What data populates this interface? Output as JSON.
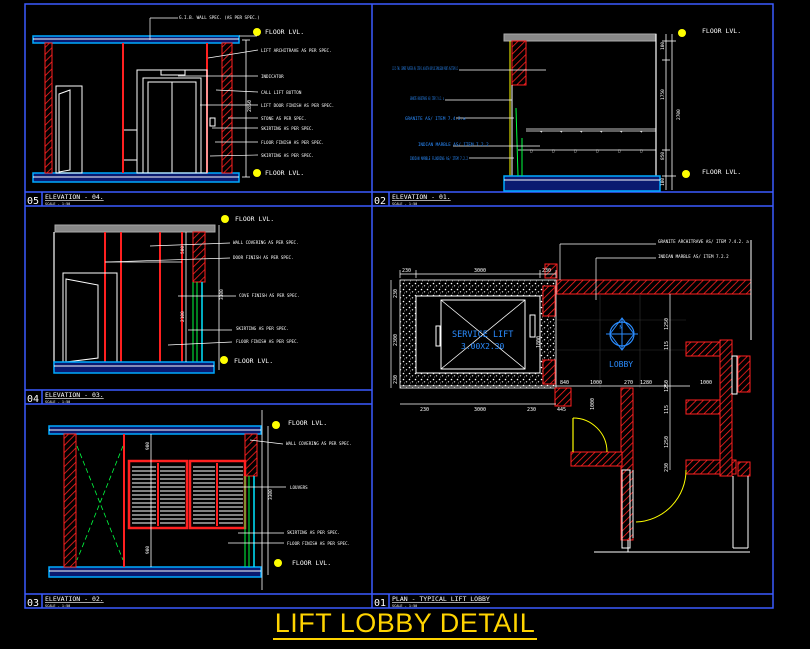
{
  "title": "LIFT LOBBY DETAIL",
  "colors": {
    "frame": "#3b5bff",
    "slab": "#00aaff",
    "hatch": "#ff2020",
    "annotation": "#ffffff",
    "level_marker": "#ffff00",
    "green": "#00ff40",
    "cyan": "#00e5ff",
    "title": "#ffd400"
  },
  "icons": [
    "level-bubble-icon",
    "north-compass-icon",
    "door-swing-icon"
  ],
  "panels": {
    "p05": {
      "number": "05",
      "title": "ELEVATION - 04.",
      "scale": "SCALE - 1:50"
    },
    "p02": {
      "number": "02",
      "title": "ELEVATION - 01.",
      "scale": "SCALE - 1:50"
    },
    "p04": {
      "number": "04",
      "title": "ELEVATION - 03.",
      "scale": "SCALE - 1:50"
    },
    "p03": {
      "number": "03",
      "title": "ELEVATION - 02.",
      "scale": "SCALE - 1:50"
    },
    "p01": {
      "number": "01",
      "title": "PLAN - TYPICAL LIFT LOBBY",
      "scale": "SCALE - 1:50"
    }
  },
  "level_labels": {
    "floor": "FLOOR LVL."
  },
  "notes": {
    "p05": [
      "G.I.B. WALL SPEC. (AS PER SPEC.)",
      "LIFT ARCHITRAVE AS PER SPEC.",
      "INDICATOR",
      "CALL LIFT BUTTON",
      "LIFT DOOR FINISH AS PER SPEC.",
      "STONE AS PER SPEC.",
      "SKIRTING AS PER SPEC.",
      "FLOOR FINISH AS PER SPEC.",
      "SKIRTING AS PER SPEC."
    ],
    "p02": [
      "12-15 THK. CEMENT PLASTER AS/ ITEM 3.40 WITH ACRYLIC EMULSION PAINT AS/ITEM 8.2",
      "GRANITE ARCHITRAVE AS/ ITEM 7.4.2. a",
      "GRANITE AS/ ITEM 7.4.2.a",
      "INDIAN MARBLE AS/ ITEM 7.2.2",
      "INDIAN MARBLE FLOORING AS/ ITEM 7.2.2"
    ],
    "p04": [
      "WALL COVERING AS PER SPEC.",
      "DOOR FINISH AS PER SPEC.",
      "COVE FINISH AS PER SPEC.",
      "SKIRTING AS PER SPEC.",
      "FLOOR FINISH AS PER SPEC."
    ],
    "p03": [
      "WALL COVERING AS PER SPEC.",
      "LOUVERS",
      "SKIRTING AS PER SPEC.",
      "FLOOR FINISH AS PER SPEC."
    ],
    "p01": [
      "GRANITE ARCHITRAVE AS/ ITEM 7.4.2. a",
      "INDIAN MARBLE AS/ ITEM 7.2.2"
    ]
  },
  "dimensions": {
    "p05": [
      "2850"
    ],
    "p02": [
      "100",
      "1750",
      "2700",
      "850",
      "100"
    ],
    "p04": [
      "500",
      "2100",
      "3300"
    ],
    "p03": [
      "900",
      "3300",
      "900"
    ],
    "p01": [
      "230",
      "3000",
      "230",
      "230",
      "2300",
      "230",
      "230",
      "3000",
      "230",
      "1800",
      "840",
      "1000",
      "270",
      "1280",
      "1250",
      "115",
      "1250",
      "115",
      "1250",
      "230",
      "1000",
      "1000",
      "445"
    ]
  },
  "plan_labels": {
    "service_lift": "SERVICE LIFT",
    "service_lift_size": "3.00X2.30",
    "lobby": "LOBBY",
    "compass_letter": "N"
  }
}
